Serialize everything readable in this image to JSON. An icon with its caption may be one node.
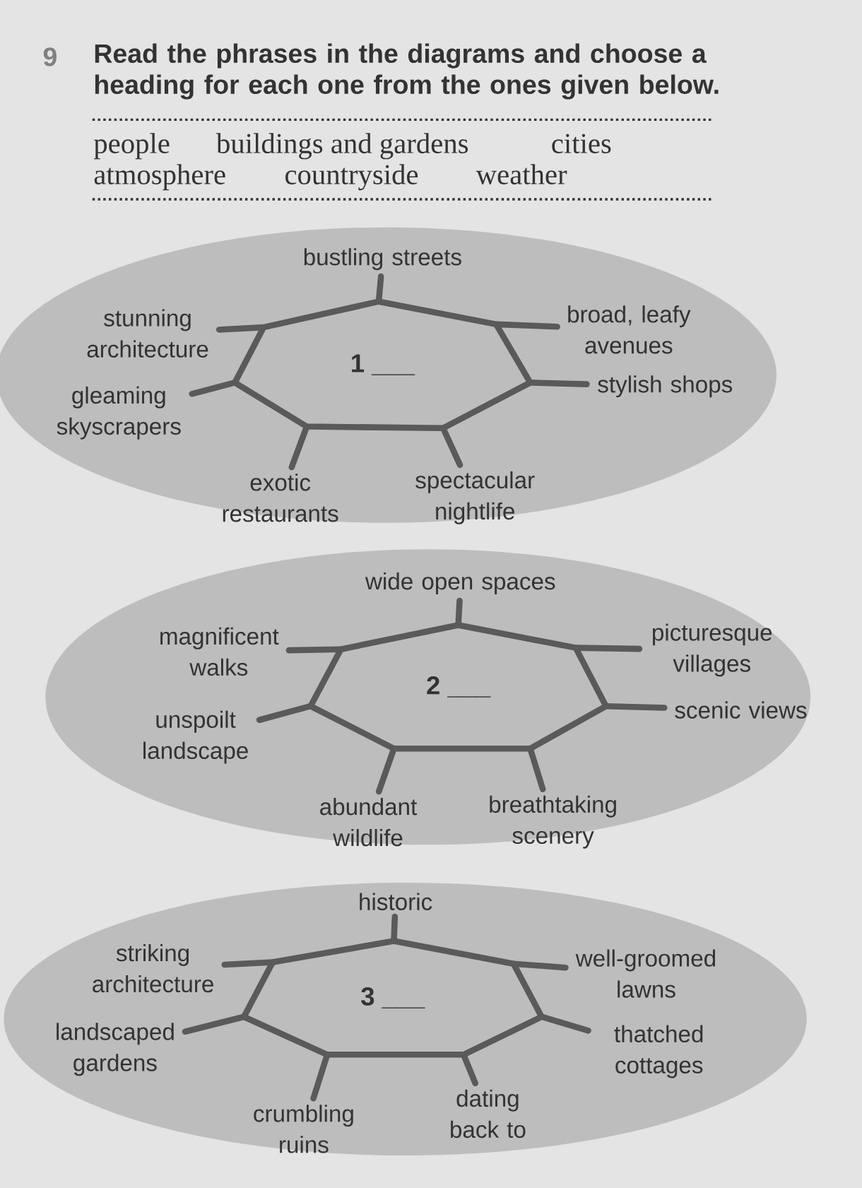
{
  "diagram": {
    "title": "Read the phrases in the diagrams and choose a heading for each one from the ones given below.",
    "nodes": [
      {
        "text": [],
        "shape": "ellipse"
      },
      {
        "text": [
          "1 ___"
        ],
        "in": 0
      },
      {
        "text": [
          "bustling streets"
        ],
        "in": 0
      },
      {
        "text": [
          "stunning architecture"
        ],
        "in": 0
      },
      {
        "text": [
          "broad, leafy avenues"
        ],
        "in": 0
      },
      {
        "text": [
          "gleaming skyscrapers"
        ],
        "in": 0
      },
      {
        "text": [
          "stylish shops"
        ],
        "in": 0
      },
      {
        "text": [
          "exotic restaurants"
        ],
        "in": 0
      },
      {
        "text": [
          "spectacular nightlife"
        ],
        "in": 0
      },
      {
        "text": [],
        "shape": "ellipse"
      },
      {
        "text": [
          "2 ___"
        ],
        "in": 9
      },
      {
        "text": [
          "wide open spaces"
        ],
        "in": 9
      },
      {
        "text": [
          "magnificent walks"
        ],
        "in": 9
      },
      {
        "text": [
          "picturesque villages"
        ],
        "in": 9
      },
      {
        "text": [
          "unspoilt landscape"
        ],
        "in": 9
      },
      {
        "text": [
          "scenic views"
        ],
        "in": 9
      },
      {
        "text": [
          "abundant wildlife"
        ],
        "in": 9
      },
      {
        "text": [
          "breathtaking scenery"
        ],
        "in": 9
      },
      {
        "text": [],
        "shape": "ellipse"
      },
      {
        "text": [
          "3 ___"
        ],
        "in": 18
      },
      {
        "text": [
          "historic"
        ],
        "in": 18
      },
      {
        "text": [
          "striking architecture"
        ],
        "in": 18
      },
      {
        "text": [
          "well-groomed lawns"
        ],
        "in": 18
      },
      {
        "text": [
          "landscaped gardens"
        ],
        "in": 18
      },
      {
        "text": [
          "thatched cottages"
        ],
        "in": 18
      },
      {
        "text": [
          "crumbling ruins"
        ],
        "in": 18
      },
      {
        "text": [
          "dating back to"
        ],
        "in": 18
      }
    ],
    "edges": [
      {
        "from": 1,
        "to": 2,
        "arrow": "none"
      },
      {
        "from": 1,
        "to": 3,
        "arrow": "none"
      },
      {
        "from": 1,
        "to": 4,
        "arrow": "none"
      },
      {
        "from": 1,
        "to": 5,
        "arrow": "none"
      },
      {
        "from": 1,
        "to": 6,
        "arrow": "none"
      },
      {
        "from": 1,
        "to": 7,
        "arrow": "none"
      },
      {
        "from": 1,
        "to": 8,
        "arrow": "none"
      },
      {
        "from": 10,
        "to": 11,
        "arrow": "none"
      },
      {
        "from": 10,
        "to": 12,
        "arrow": "none"
      },
      {
        "from": 10,
        "to": 13,
        "arrow": "none"
      },
      {
        "from": 10,
        "to": 14,
        "arrow": "none"
      },
      {
        "from": 10,
        "to": 15,
        "arrow": "none"
      },
      {
        "from": 10,
        "to": 16,
        "arrow": "none"
      },
      {
        "from": 10,
        "to": 17,
        "arrow": "none"
      },
      {
        "from": 19,
        "to": 20,
        "arrow": "none"
      },
      {
        "from": 19,
        "to": 21,
        "arrow": "none"
      },
      {
        "from": 19,
        "to": 22,
        "arrow": "none"
      },
      {
        "from": 19,
        "to": 23,
        "arrow": "none"
      },
      {
        "from": 19,
        "to": 24,
        "arrow": "none"
      },
      {
        "from": 19,
        "to": 25,
        "arrow": "none"
      },
      {
        "from": 19,
        "to": 26,
        "arrow": "none"
      }
    ],
    "labels": [
      "9",
      "people",
      "buildings and gardens",
      "cities",
      "atmosphere",
      "countryside",
      "weather"
    ]
  }
}
